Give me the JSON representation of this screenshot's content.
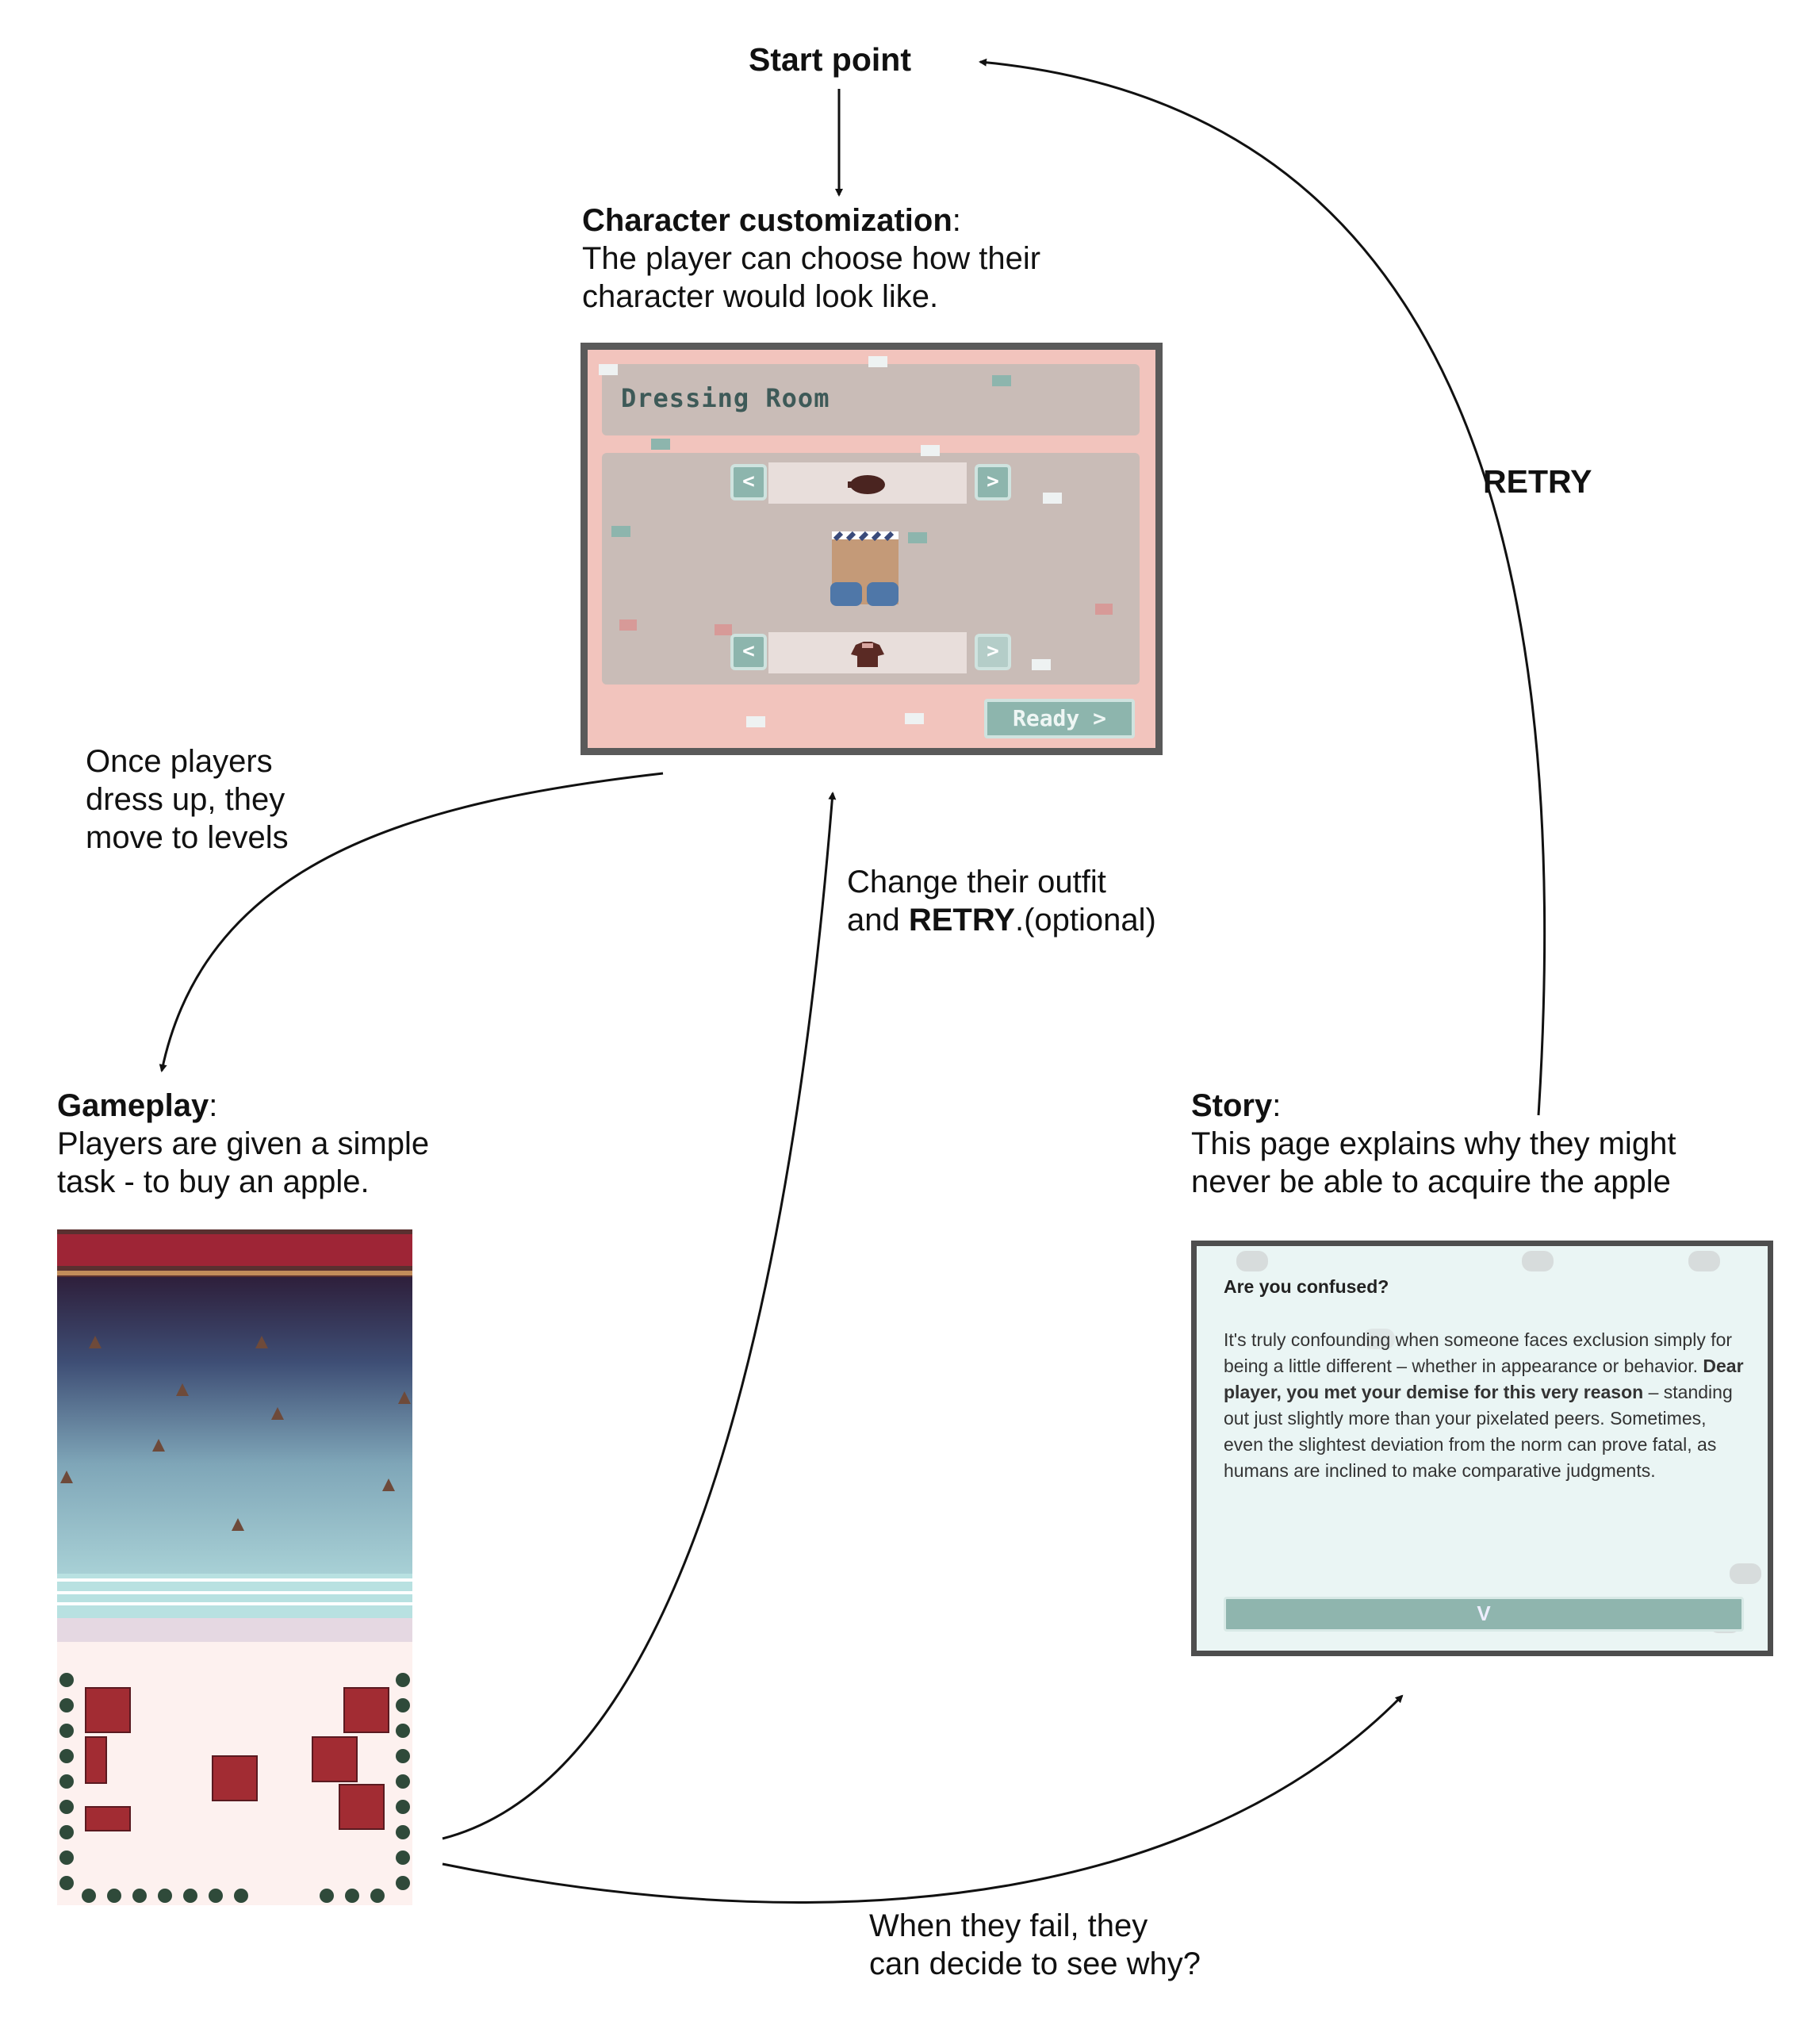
{
  "start_point": "Start point",
  "retry_label": "RETRY",
  "character": {
    "title": "Character customization",
    "colon": ":",
    "line1": "The player can choose how their",
    "line2": "character would look like."
  },
  "dressing_room": {
    "title": "Dressing Room",
    "prev": "<",
    "next": ">",
    "ready": "Ready >"
  },
  "dress_up_caption": {
    "line1": "Once players",
    "line2": "dress up, they",
    "line3": "move to levels"
  },
  "change_outfit_caption": {
    "line1": "Change their outfit",
    "line2_pre": "and ",
    "line2_bold": "RETRY",
    "line2_post": ".(optional)"
  },
  "gameplay": {
    "title": "Gameplay",
    "colon": ":",
    "line1": "Players are given a simple",
    "line2": "task - to buy an apple."
  },
  "story": {
    "title": "Story",
    "colon": ":",
    "line1": "This page explains why they might",
    "line2": "never be able to acquire the apple"
  },
  "story_screen": {
    "question": "Are you confused?",
    "body_pre": "It's truly confounding when someone faces exclusion simply for being a little different – whether in appearance or behavior. ",
    "body_bold": "Dear player, you met your demise for this very reason",
    "body_post": " – standing out just slightly more than your pixelated peers. Sometimes, even the slightest deviation from the norm can prove fatal, as humans are inclined to make comparative judgments.",
    "button": "V"
  },
  "fail_caption": {
    "line1": "When they fail, they",
    "line2": "can decide to see why?"
  }
}
